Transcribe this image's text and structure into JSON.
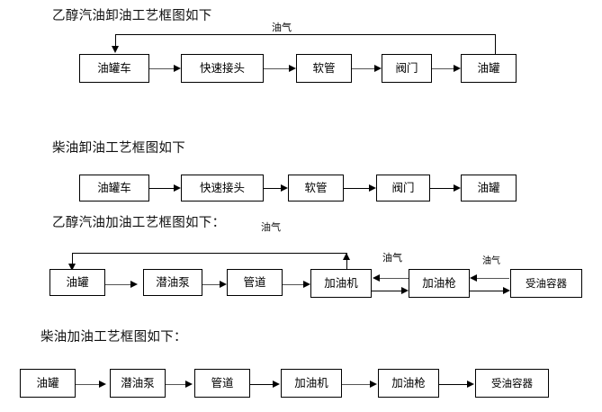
{
  "document": {
    "title": "油品装卸与加油工艺框图",
    "language": "zh-CN",
    "background_color": "#ffffff",
    "line_color": "#000000",
    "box_border_color": "#000000"
  },
  "sections": [
    {
      "id": "ethanol-gasoline-unload",
      "heading": "乙醇汽油卸油工艺框图如下",
      "heading_suffix": "",
      "vapor_label": "油气",
      "has_vapor_return": true,
      "vapor_return_note": "从油罐返回至油罐车的油气回收管线",
      "nodes": [
        {
          "label": "油罐车"
        },
        {
          "label": "快速接头"
        },
        {
          "label": "软管"
        },
        {
          "label": "阀门"
        },
        {
          "label": "油罐"
        }
      ]
    },
    {
      "id": "diesel-unload",
      "heading": "柴油卸油工艺框图如下",
      "heading_suffix": "",
      "vapor_label": "",
      "has_vapor_return": false,
      "nodes": [
        {
          "label": "油罐车"
        },
        {
          "label": "快速接头"
        },
        {
          "label": "软管"
        },
        {
          "label": "阀门"
        },
        {
          "label": "油罐"
        }
      ]
    },
    {
      "id": "ethanol-gasoline-refuel",
      "heading": "乙醇汽油加油工艺框图如下：",
      "heading_suffix": "油气",
      "vapor_label": "油气",
      "vapor_label_2": "油气",
      "vapor_label_3": "油气",
      "has_vapor_return": true,
      "vapor_return_note": "从加油机返回至油罐的油气回收管线",
      "nodes": [
        {
          "label": "油罐"
        },
        {
          "label": "潜油泵"
        },
        {
          "label": "管道"
        },
        {
          "label": "加油机"
        },
        {
          "label": "加油枪"
        },
        {
          "label": "受油容器"
        }
      ]
    },
    {
      "id": "diesel-refuel",
      "heading": "柴油加油工艺框图如下：",
      "heading_suffix": "",
      "vapor_label": "",
      "has_vapor_return": false,
      "nodes": [
        {
          "label": "油罐"
        },
        {
          "label": "潜油泵"
        },
        {
          "label": "管道"
        },
        {
          "label": "加油机"
        },
        {
          "label": "加油枪"
        },
        {
          "label": "受油容器"
        }
      ]
    }
  ]
}
